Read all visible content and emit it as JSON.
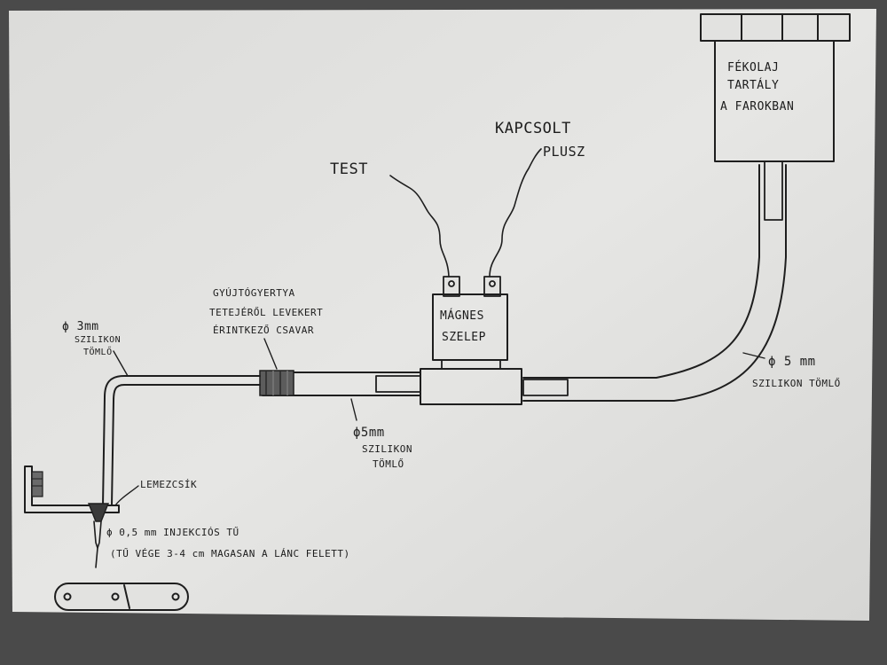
{
  "labels": {
    "tank": [
      "FÉKOLAJ",
      "TARTÁLY",
      "A FAROKBAN"
    ],
    "kapcsolt": "KAPCSOLT",
    "plusz": "PLUSZ",
    "test": "TEST",
    "valve": [
      "MÁGNES",
      "SZELEP"
    ],
    "spark": [
      "GYÚJTÓGYERTYA",
      "TETEJÉRŐL LEVEKERT",
      "ÉRINTKEZŐ CSAVAR"
    ],
    "silicon3": [
      "ϕ 3mm",
      "SZILIKON",
      "TÖMLŐ"
    ],
    "silicon5_mid": [
      "ϕ5mm",
      "SZILIKON",
      "TÖMLŐ"
    ],
    "silicon5_right": [
      "ϕ 5 mm",
      "SZILIKON TÖMLŐ"
    ],
    "lemez": "LEMEZCSÍK",
    "needle": "ϕ 0,5 mm INJEKCIÓS TŰ",
    "needle_note": "(TŰ VÉGE 3-4 cm MAGASAN A LÁNC FELETT)"
  },
  "colors": {
    "paper": "#e3e3e1",
    "ink": "#1e1e1e",
    "background": "#4a4a4a"
  }
}
